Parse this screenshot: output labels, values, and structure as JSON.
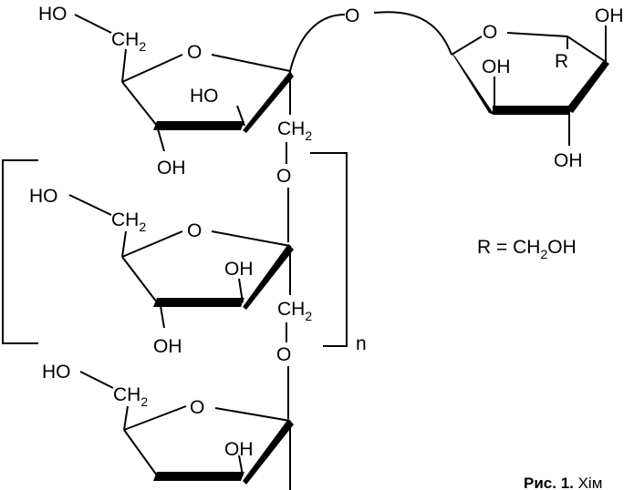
{
  "structure": {
    "top_fructose": {
      "ch2oh_ho": "HO",
      "ch2_ch": "CH",
      "ch2_sub": "2",
      "ring_o": "O",
      "ho_3": "HO",
      "oh_4": "OH"
    },
    "linkage_o": "O",
    "glucose": {
      "ring_o": "O",
      "oh_1": "OH",
      "oh_2": "OH",
      "r": "R",
      "oh_3": "OH"
    },
    "bridge_ch2_1": {
      "ch": "CH",
      "sub": "2"
    },
    "bridge_o_1": "O",
    "repeat_fructose": {
      "ho": "HO",
      "ch2_ch": "CH",
      "ch2_sub": "2",
      "ring_o": "O",
      "oh_3": "OH",
      "oh_4": "OH"
    },
    "bridge_ch2_2": {
      "ch": "CH",
      "sub": "2"
    },
    "bridge_o_2": "O",
    "repeat_subscript": "n",
    "bottom_fructose": {
      "ho": "HO",
      "ch2_ch": "CH",
      "ch2_sub": "2",
      "ring_o": "O",
      "oh_3": "OH"
    },
    "r_definition": {
      "prefix": "R = CH",
      "sub": "2",
      "suffix": "OH"
    }
  },
  "caption": {
    "bold": "Рис. 1.",
    "text": " Хім"
  }
}
